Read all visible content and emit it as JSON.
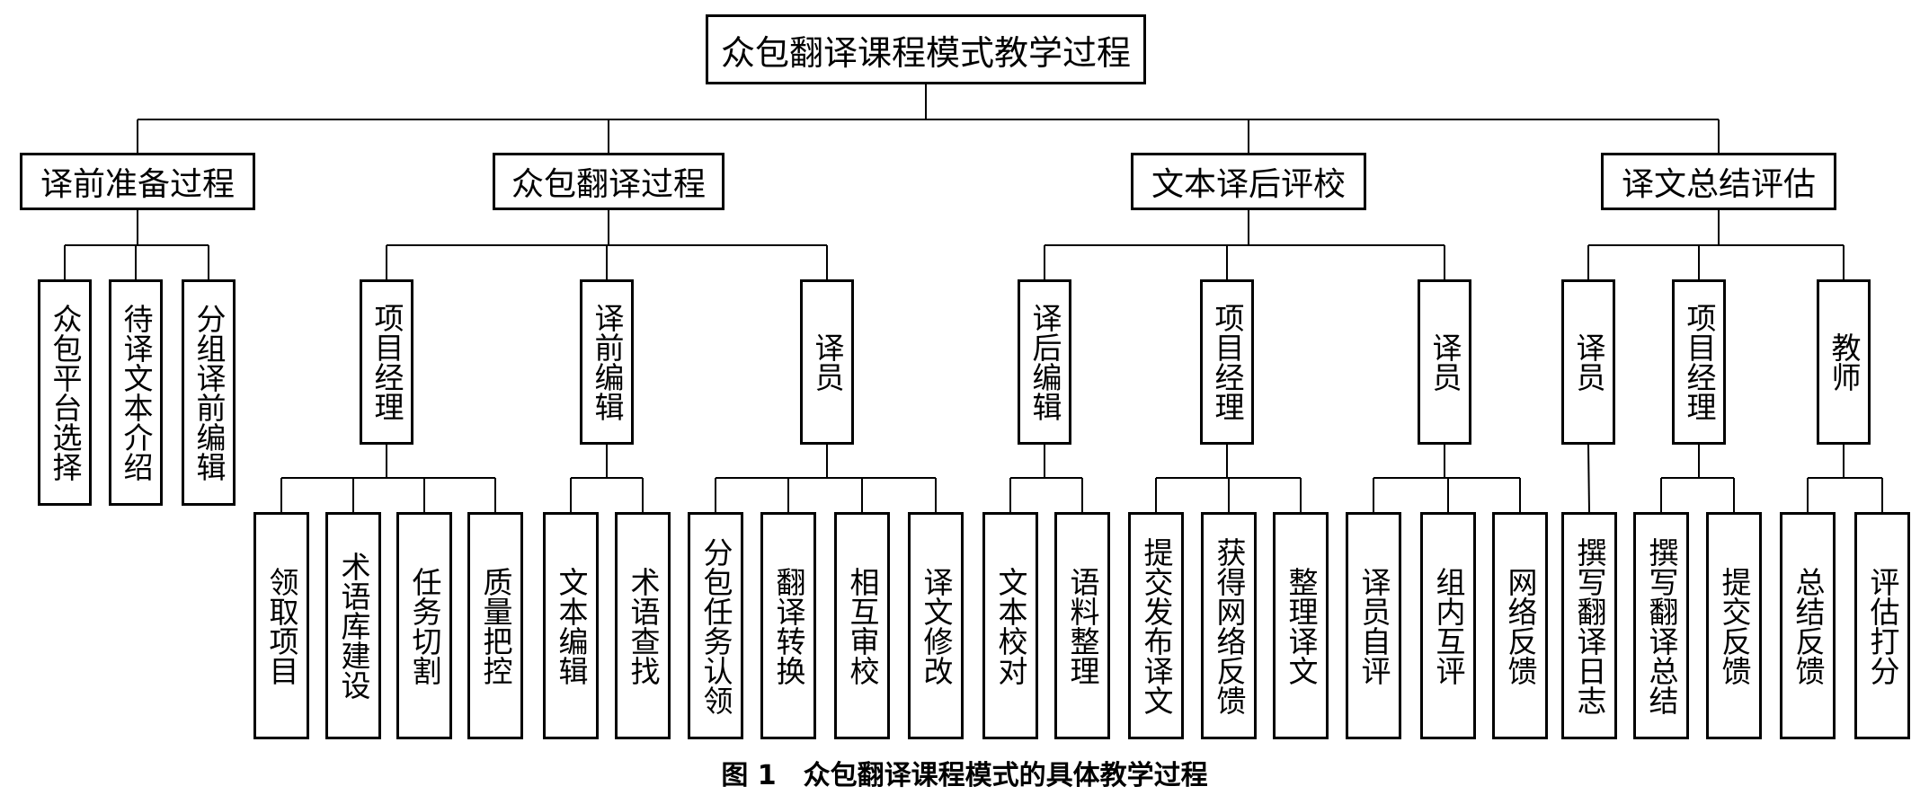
{
  "root": "众包翻译课程模式教学过程",
  "stages": [
    {
      "label": "译前准备过程",
      "children": [
        {
          "label": "众包平台选择",
          "children": []
        },
        {
          "label": "待译文本介绍",
          "children": []
        },
        {
          "label": "分组译前编辑",
          "children": []
        }
      ]
    },
    {
      "label": "众包翻译过程",
      "children": [
        {
          "label": "项目经理",
          "children": [
            "领取项目",
            "术语库建设",
            "任务切割",
            "质量把控"
          ]
        },
        {
          "label": "译前编辑",
          "children": [
            "文本编辑",
            "术语查找"
          ]
        },
        {
          "label": "译员",
          "children": [
            "分包任务认领",
            "翻译转换",
            "相互审校",
            "译文修改"
          ]
        }
      ]
    },
    {
      "label": "文本译后评校",
      "children": [
        {
          "label": "译后编辑",
          "children": [
            "文本校对",
            "语料整理"
          ]
        },
        {
          "label": "项目经理",
          "children": [
            "提交发布译文",
            "获得网络反馈",
            "整理译文"
          ]
        },
        {
          "label": "译员",
          "children": [
            "译员自评",
            "组内互评",
            "网络反馈"
          ]
        }
      ]
    },
    {
      "label": "译文总结评估",
      "children": [
        {
          "label": "译员",
          "children": [
            "撰写翻译日志"
          ]
        },
        {
          "label": "项目经理",
          "children": [
            "撰写翻译总结",
            "提交反馈"
          ]
        },
        {
          "label": "教师",
          "children": [
            "总结反馈",
            "评估打分"
          ]
        }
      ]
    }
  ],
  "caption": "图 1　众包翻译课程模式的具体教学过程"
}
